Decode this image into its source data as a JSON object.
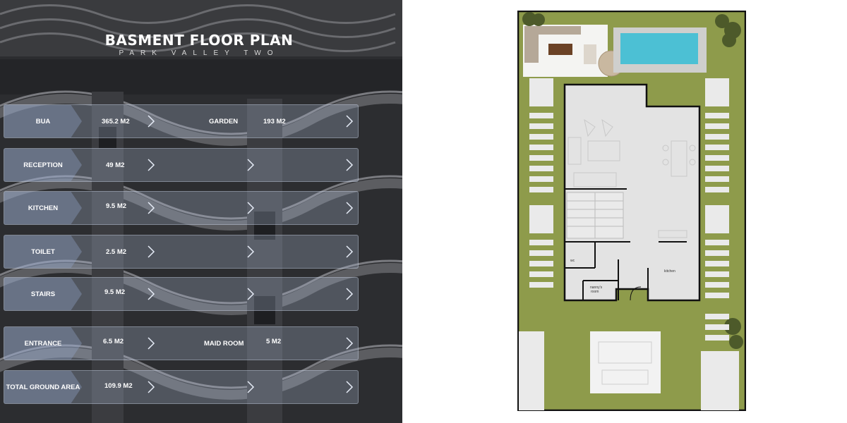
{
  "header": {
    "title": "BASMENT FLOOR PLAN",
    "subtitle": "PARK VALLEY TWO"
  },
  "areas": [
    {
      "label": "BUA",
      "value": "365.2 M2",
      "label2": "GARDEN",
      "value2": "193  M2"
    },
    {
      "label": "RECEPTION",
      "value": "49 M2"
    },
    {
      "label": "KITCHEN",
      "value": "9.5 M2"
    },
    {
      "label": "TOILET",
      "value": "2.5 M2"
    },
    {
      "label": "STAIRS",
      "value": "9.5  M2"
    },
    {
      "label": "ENTRANCE",
      "value": "6.5   M2",
      "label2": "MAID ROOM",
      "value2": "5  M2"
    },
    {
      "label": "TOTAL GROUND AREA",
      "value": "109.9  M2"
    }
  ],
  "plan": {
    "rooms": {
      "wc": "wc",
      "nannys_room_1": "nanny's",
      "nannys_room_2": "room",
      "kitchen": "kitchen"
    }
  },
  "colors": {
    "panel_bg": "#2a2b2e",
    "row_fill": "#b0bdd6",
    "lawn": "#8c9a4a",
    "pool": "#4cc0d4",
    "wall": "#111111",
    "floor": "#e3e3e3"
  }
}
